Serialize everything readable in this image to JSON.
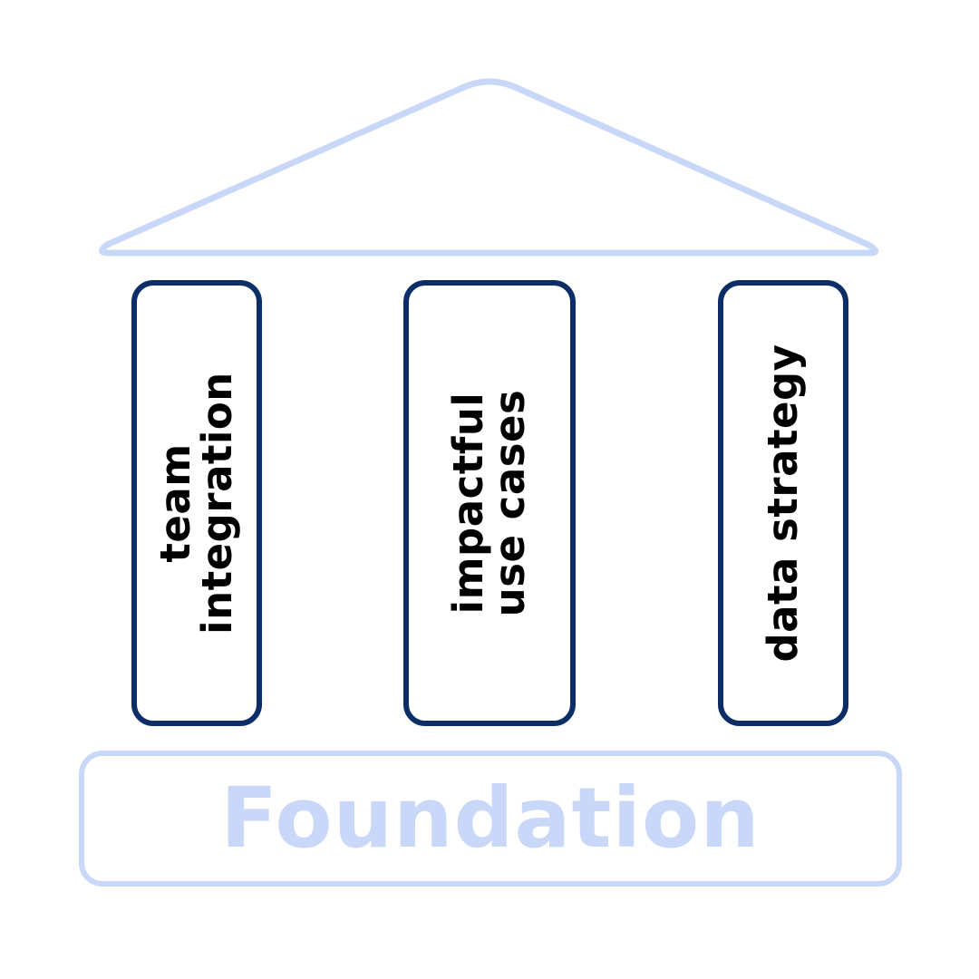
{
  "colors": {
    "pillar_border": "#0b2e66",
    "roof_and_foundation": "#c9d8f8",
    "pillar_text": "#000000",
    "background": "#ffffff"
  },
  "pillars": [
    {
      "line1": "team",
      "line2": "integration"
    },
    {
      "line1": "impactful",
      "line2": "use cases"
    },
    {
      "line1": "data strategy",
      "line2": ""
    }
  ],
  "foundation": {
    "label": "Foundation"
  }
}
